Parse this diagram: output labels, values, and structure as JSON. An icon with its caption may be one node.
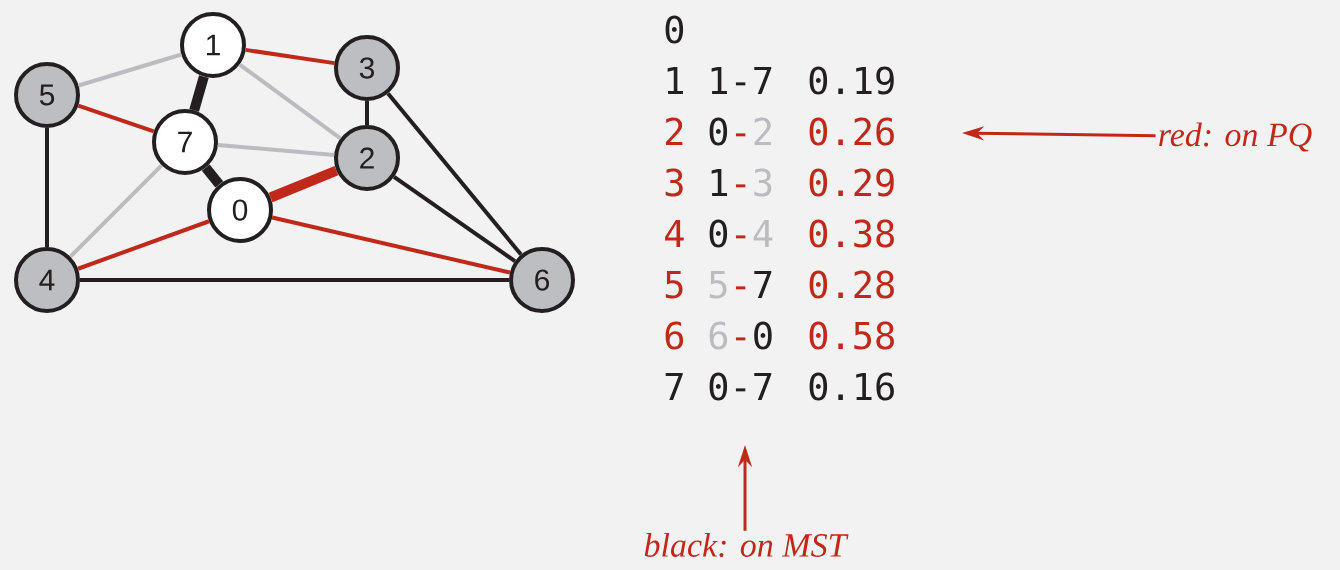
{
  "diagram": {
    "nodes": [
      {
        "text": [
          "0"
        ]
      },
      {
        "text": [
          "1"
        ]
      },
      {
        "text": [
          "2"
        ]
      },
      {
        "text": [
          "3"
        ]
      },
      {
        "text": [
          "4"
        ]
      },
      {
        "text": [
          "5"
        ]
      },
      {
        "text": [
          "6"
        ]
      },
      {
        "text": [
          "7"
        ]
      },
      {
        "text": [
          "red: on PQ"
        ]
      },
      {
        "text": [
          "black: on MST"
        ]
      }
    ],
    "edges": [
      {
        "from": 1,
        "to": 3,
        "arrow": "none",
        "color": "#c0291a"
      },
      {
        "from": 1,
        "to": 5,
        "arrow": "none",
        "color": "#bcbcc0"
      },
      {
        "from": 1,
        "to": 7,
        "arrow": "none",
        "style": "thick",
        "color": "#231f20"
      },
      {
        "from": 1,
        "to": 2,
        "arrow": "none",
        "color": "#bcbcc0"
      },
      {
        "from": 5,
        "to": 7,
        "arrow": "none",
        "color": "#c0291a"
      },
      {
        "from": 5,
        "to": 4,
        "arrow": "none",
        "color": "#231f20"
      },
      {
        "from": 7,
        "to": 2,
        "arrow": "none",
        "color": "#bcbcc0"
      },
      {
        "from": 7,
        "to": 0,
        "arrow": "none",
        "style": "thick",
        "color": "#231f20"
      },
      {
        "from": 7,
        "to": 4,
        "arrow": "none",
        "color": "#bcbcc0"
      },
      {
        "from": 0,
        "to": 2,
        "arrow": "none",
        "style": "thick",
        "color": "#c0291a"
      },
      {
        "from": 0,
        "to": 4,
        "arrow": "none",
        "color": "#c0291a"
      },
      {
        "from": 0,
        "to": 6,
        "arrow": "none",
        "color": "#c0291a"
      },
      {
        "from": 3,
        "to": 2,
        "arrow": "none",
        "color": "#231f20"
      },
      {
        "from": 3,
        "to": 6,
        "arrow": "none",
        "color": "#231f20"
      },
      {
        "from": 2,
        "to": 6,
        "arrow": "none",
        "color": "#231f20"
      },
      {
        "from": 4,
        "to": 6,
        "arrow": "none",
        "color": "#231f20"
      },
      {
        "from": 8,
        "to": null,
        "arrow": "to",
        "color": "#c0291a"
      },
      {
        "from": 9,
        "to": null,
        "arrow": "to",
        "color": "#c0291a"
      }
    ],
    "labels": [
      "0",
      "1",
      "1-7",
      "0.19",
      "2",
      "0",
      "-",
      "2",
      "0.26",
      "3",
      "1",
      "-",
      "3",
      "0.29",
      "4",
      "0",
      "-",
      "4",
      "0.38",
      "5",
      "5",
      "-",
      "7",
      "0.28",
      "6",
      "6",
      "-",
      "0",
      "0.58",
      "7",
      "0-7",
      "0.16"
    ]
  }
}
